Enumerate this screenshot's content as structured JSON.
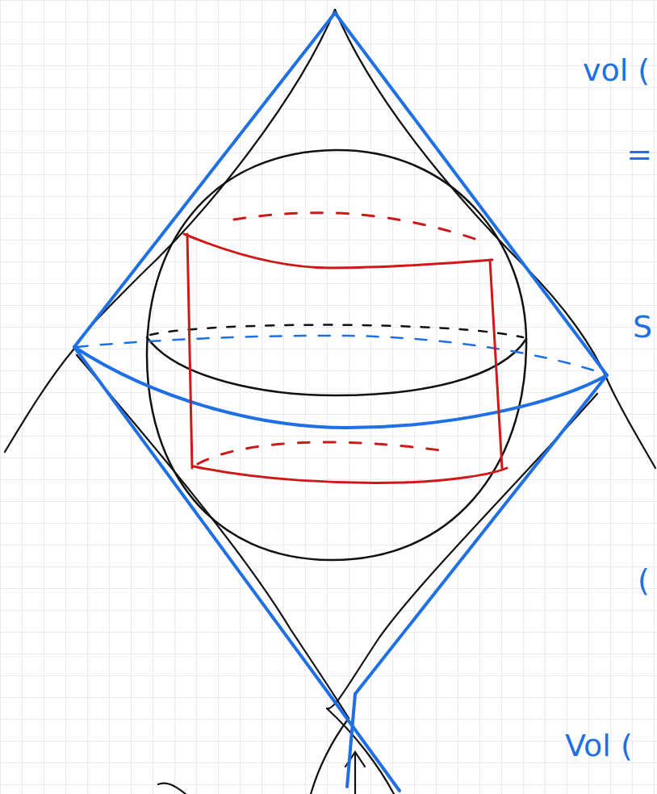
{
  "diagram": {
    "labels": [
      "vol (",
      "=",
      "S",
      "(",
      "Vol ("
    ]
  }
}
